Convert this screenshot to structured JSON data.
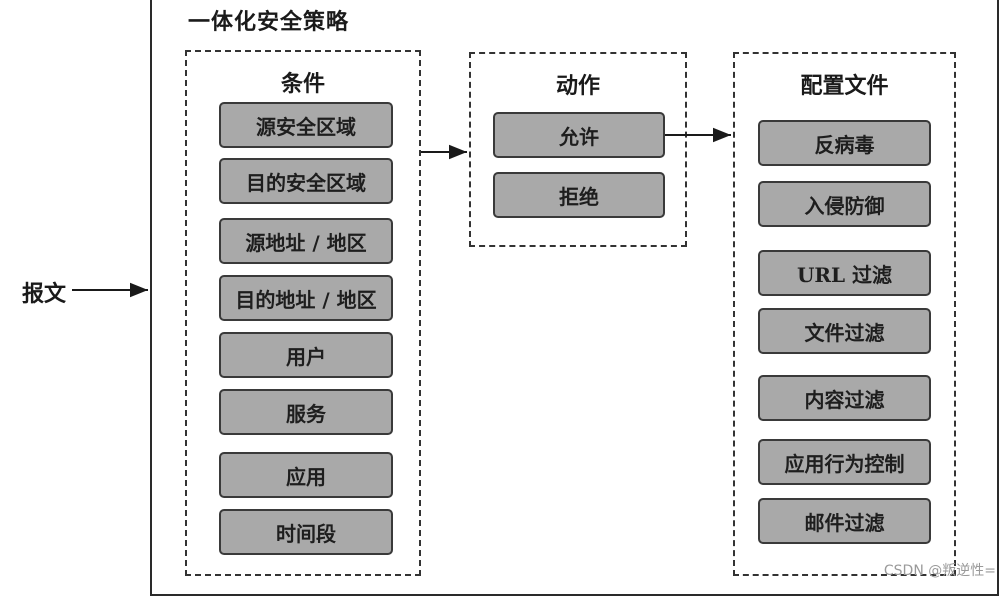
{
  "title": "一体化安全策略",
  "input_label": "报文",
  "groups": {
    "conditions": {
      "title": "条件",
      "items": [
        "源安全区域",
        "目的安全区域",
        "源地址 / 地区",
        "目的地址 / 地区",
        "用户",
        "服务",
        "应用",
        "时间段"
      ]
    },
    "actions": {
      "title": "动作",
      "items": [
        "允许",
        "拒绝"
      ]
    },
    "profiles": {
      "title": "配置文件",
      "items": [
        "反病毒",
        "入侵防御",
        "URL 过滤",
        "文件过滤",
        "内容过滤",
        "应用行为控制",
        "邮件过滤"
      ]
    }
  },
  "watermark": "CSDN @叛逆性="
}
